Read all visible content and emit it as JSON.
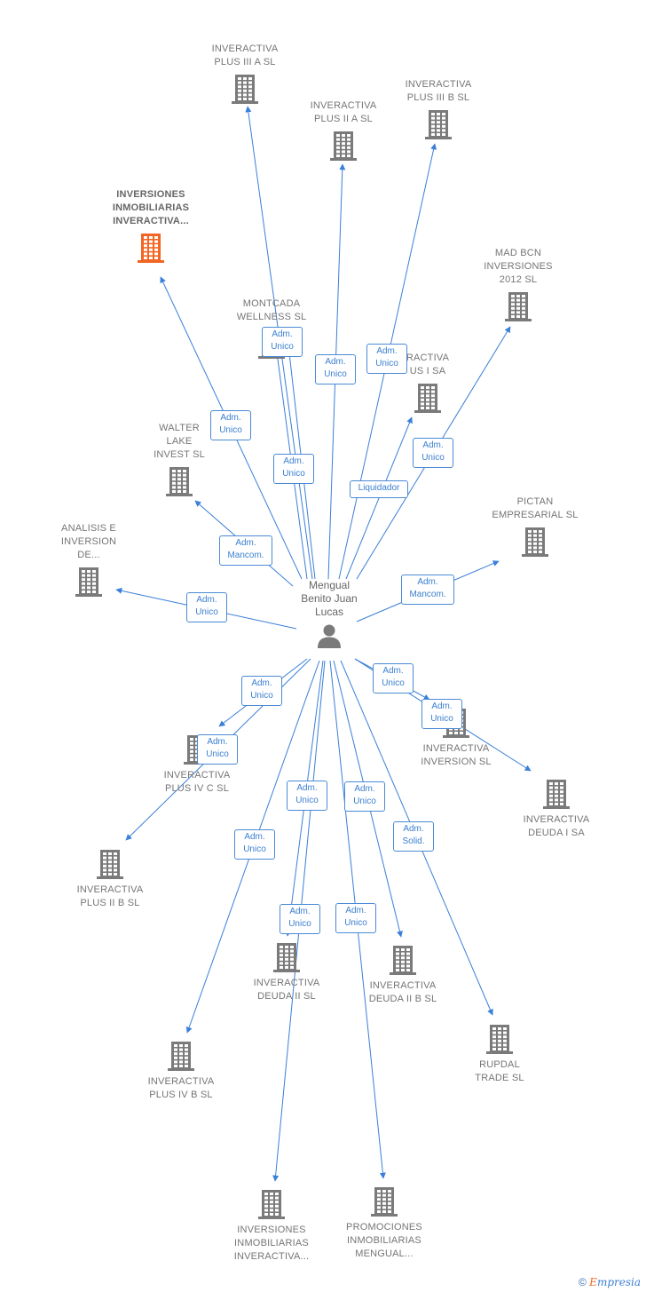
{
  "colors": {
    "edge": "#3a7fd8",
    "building": "#7a7a7a",
    "building_main": "#f26522",
    "person": "#7a7a7a"
  },
  "center": {
    "name": "Mengual\nBenito Juan\nLucas",
    "icon": "person-icon"
  },
  "nodes": [
    {
      "id": "inv3a",
      "label": "INVERACTIVA\nPLUS III A  SL",
      "icon": "building-icon"
    },
    {
      "id": "inv2a",
      "label": "INVERACTIVA\nPLUS II A  SL",
      "icon": "building-icon"
    },
    {
      "id": "inv3b",
      "label": "INVERACTIVA\nPLUS III B  SL",
      "icon": "building-icon"
    },
    {
      "id": "invinm",
      "label": "INVERSIONES\nINMOBILIARIAS\nINVERACTIVA...",
      "icon": "building-icon",
      "highlight": true
    },
    {
      "id": "madbcn",
      "label": "MAD BCN\nINVERSIONES\n2012 SL",
      "icon": "building-icon"
    },
    {
      "id": "montcada",
      "label": "MONTCADA\nWELLNESS  SL",
      "icon": "building-icon"
    },
    {
      "id": "plus1",
      "label": "RACTIVA\nUS I SA",
      "icon": "building-icon"
    },
    {
      "id": "walter",
      "label": "WALTER\nLAKE\nINVEST SL",
      "icon": "building-icon"
    },
    {
      "id": "pictan",
      "label": "PICTAN\nEMPRESARIAL SL",
      "icon": "building-icon"
    },
    {
      "id": "analisis",
      "label": "ANALISIS E\nINVERSION\nDE...",
      "icon": "building-icon"
    },
    {
      "id": "plus4c",
      "label": "INVERACTIVA\nPLUS IV C  SL",
      "icon": "building-icon"
    },
    {
      "id": "invsl",
      "label": "INVERACTIVA\nINVERSION  SL",
      "icon": "building-icon"
    },
    {
      "id": "deuda1",
      "label": "INVERACTIVA\nDEUDA I SA",
      "icon": "building-icon"
    },
    {
      "id": "plus2b",
      "label": "INVERACTIVA\nPLUS II B  SL",
      "icon": "building-icon"
    },
    {
      "id": "deuda2",
      "label": "INVERACTIVA\nDEUDA II  SL",
      "icon": "building-icon"
    },
    {
      "id": "deuda2b",
      "label": "INVERACTIVA\nDEUDA II B  SL",
      "icon": "building-icon"
    },
    {
      "id": "rupdal",
      "label": "RUPDAL\nTRADE  SL",
      "icon": "building-icon"
    },
    {
      "id": "plus4b",
      "label": "INVERACTIVA\nPLUS IV B  SL",
      "icon": "building-icon"
    },
    {
      "id": "invinm2",
      "label": "INVERSIONES\nINMOBILIARIAS\nINVERACTIVA...",
      "icon": "building-icon"
    },
    {
      "id": "promo",
      "label": "PROMOCIONES\nINMOBILIARIAS\nMENGUAL...",
      "icon": "building-icon"
    }
  ],
  "edges": [
    {
      "to": "inv3a",
      "label": "Adm.\nUnico"
    },
    {
      "to": "inv2a",
      "label": "Adm.\nUnico"
    },
    {
      "to": "inv3b",
      "label": "Adm.\nUnico"
    },
    {
      "to": "invinm",
      "label": "Adm.\nUnico"
    },
    {
      "to": "madbcn",
      "label": "Adm.\nUnico"
    },
    {
      "to": "montcada",
      "label": "Adm.\nUnico"
    },
    {
      "to": "plus1",
      "label": "Liquidador"
    },
    {
      "to": "walter",
      "label": "Adm.\nMancom."
    },
    {
      "to": "pictan",
      "label": "Adm.\nMancom."
    },
    {
      "to": "analisis",
      "label": "Adm.\nUnico"
    },
    {
      "to": "plus4c",
      "label": "Adm.\nUnico"
    },
    {
      "to": "invsl",
      "label": "Adm.\nUnico"
    },
    {
      "to": "deuda1",
      "label": "Adm.\nUnico"
    },
    {
      "to": "plus2b",
      "label": "Adm.\nUnico"
    },
    {
      "to": "deuda2",
      "label": "Adm.\nUnico"
    },
    {
      "to": "deuda2b",
      "label": "Adm.\nUnico"
    },
    {
      "to": "rupdal",
      "label": "Adm.\nSolid."
    },
    {
      "to": "plus4b",
      "label": "Adm.\nUnico"
    },
    {
      "to": "invinm2",
      "label": "Adm.\nUnico"
    },
    {
      "to": "promo",
      "label": "Adm.\nUnico"
    },
    {
      "to": "montcada",
      "label": "Adm.\nUnico"
    }
  ],
  "footer": {
    "copyright": "©",
    "brand_first": "E",
    "brand_rest": "mpresia"
  }
}
